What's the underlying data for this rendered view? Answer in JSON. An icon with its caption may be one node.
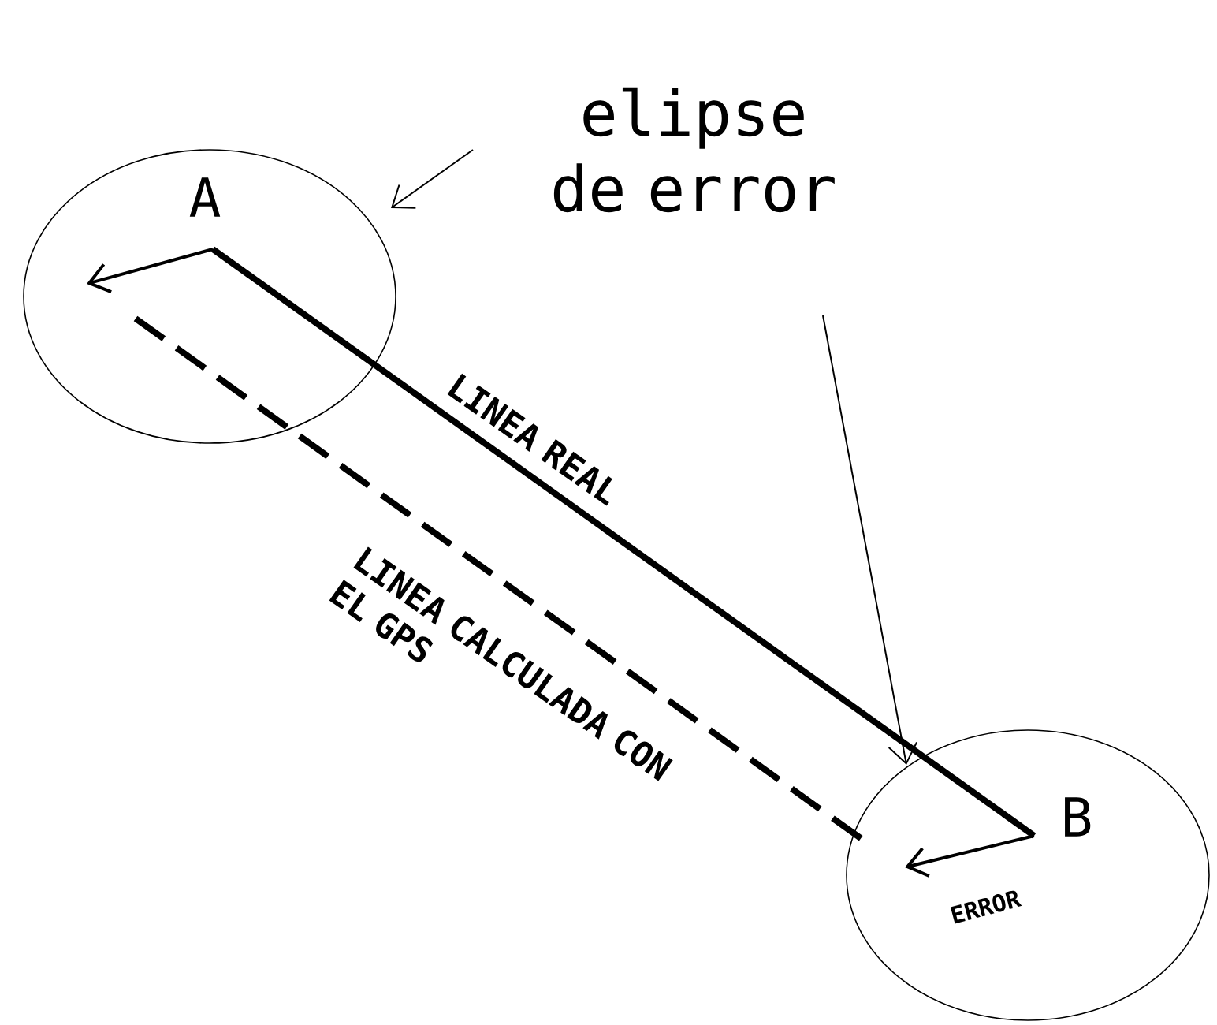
{
  "diagram": {
    "nodes": [
      {
        "text": [
          "elipse de error"
        ]
      },
      {
        "text": [
          "A"
        ]
      },
      {
        "text": [
          "B"
        ]
      }
    ],
    "edges": [
      {
        "from": 0,
        "to": 1,
        "arrow": "to"
      },
      {
        "from": 0,
        "to": 2,
        "arrow": "to"
      },
      {
        "from": 1,
        "to": 2,
        "arrow": "none",
        "label": "LINEA REAL",
        "style": "thick"
      },
      {
        "from": 1,
        "to": 2,
        "arrow": "none",
        "label": "LINEA CALCULADA CON EL GPS",
        "style": "dashed"
      }
    ],
    "labels": [
      "ERROR"
    ]
  }
}
